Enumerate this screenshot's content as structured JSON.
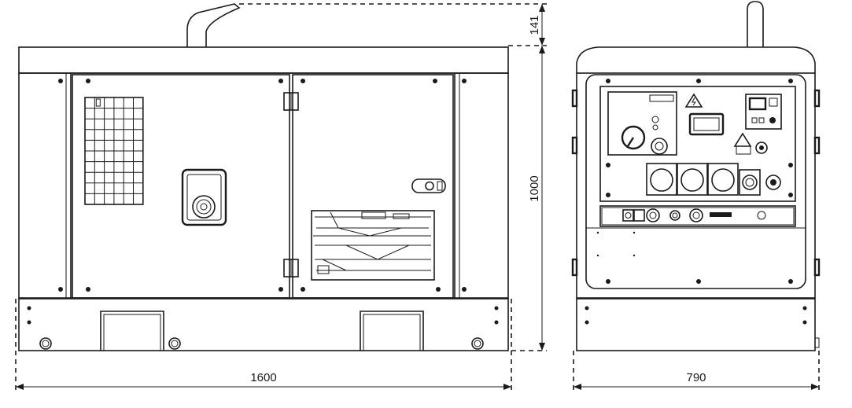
{
  "dimensions": {
    "width_front": "1600",
    "width_side": "790",
    "height_body": "1000",
    "height_exhaust": "141"
  },
  "colors": {
    "line": "#1a1a1a",
    "background": "#ffffff"
  }
}
